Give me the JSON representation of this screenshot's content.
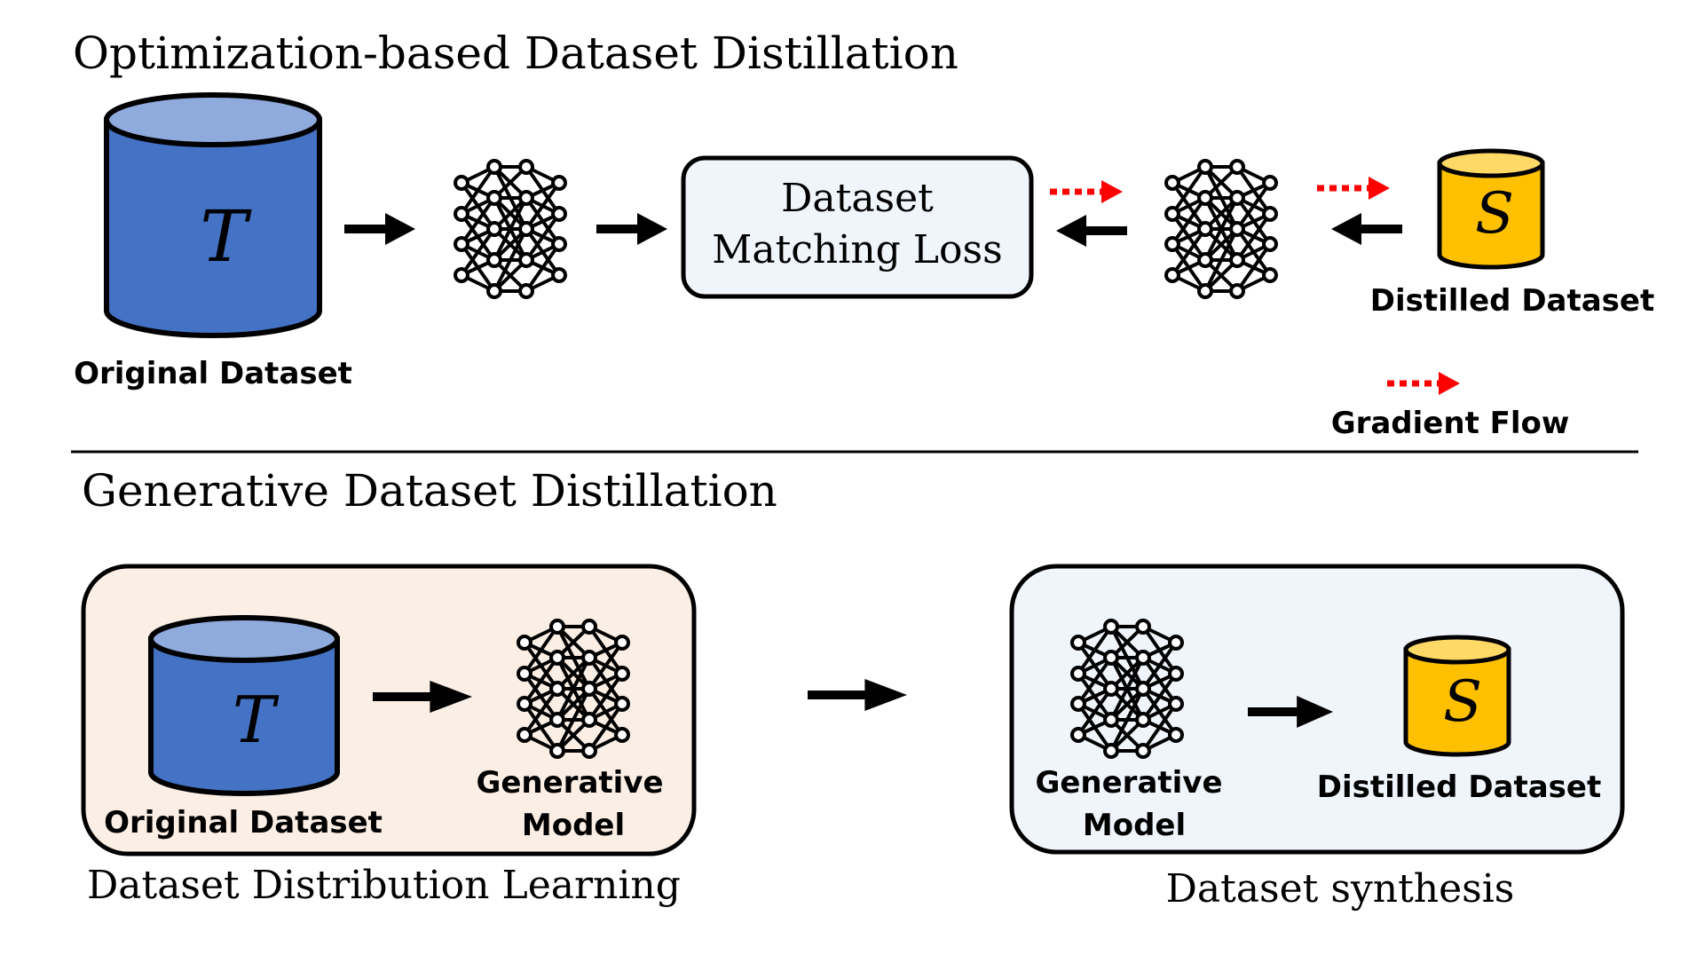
{
  "top_section": {
    "title": "Optimization-based Dataset Distillation",
    "original_dataset": {
      "symbol": "T",
      "label": "Original Dataset"
    },
    "loss_box": {
      "line1": "Dataset",
      "line2": "Matching Loss"
    },
    "distilled_dataset": {
      "symbol": "S",
      "label": "Distilled Dataset"
    },
    "legend": {
      "label": "Gradient Flow"
    }
  },
  "bottom_section": {
    "title": "Generative Dataset Distillation",
    "left_panel": {
      "original_dataset": {
        "symbol": "T",
        "label": "Original Dataset"
      },
      "model_label_line1": "Generative",
      "model_label_line2": "Model",
      "caption": "Dataset Distribution Learning"
    },
    "right_panel": {
      "model_label_line1": "Generative",
      "model_label_line2": "Model",
      "distilled_dataset": {
        "symbol": "S",
        "label": "Distilled Dataset"
      },
      "caption": "Dataset synthesis"
    }
  },
  "colors": {
    "blue_cylinder_body": "#4472C4",
    "blue_cylinder_top": "#8FAADC",
    "gold_cylinder_body": "#FFC000",
    "gold_cylinder_top": "#FFD966",
    "loss_box_fill": "#F0F4FB",
    "left_panel_fill": "#FBEEE4",
    "right_panel_fill": "#F0F4FB",
    "gradient_arrow": "#FF0000",
    "arrow": "#000000"
  },
  "icons": [
    "database-cylinder-icon",
    "neural-network-icon",
    "arrow-icon",
    "dashed-arrow-icon"
  ]
}
